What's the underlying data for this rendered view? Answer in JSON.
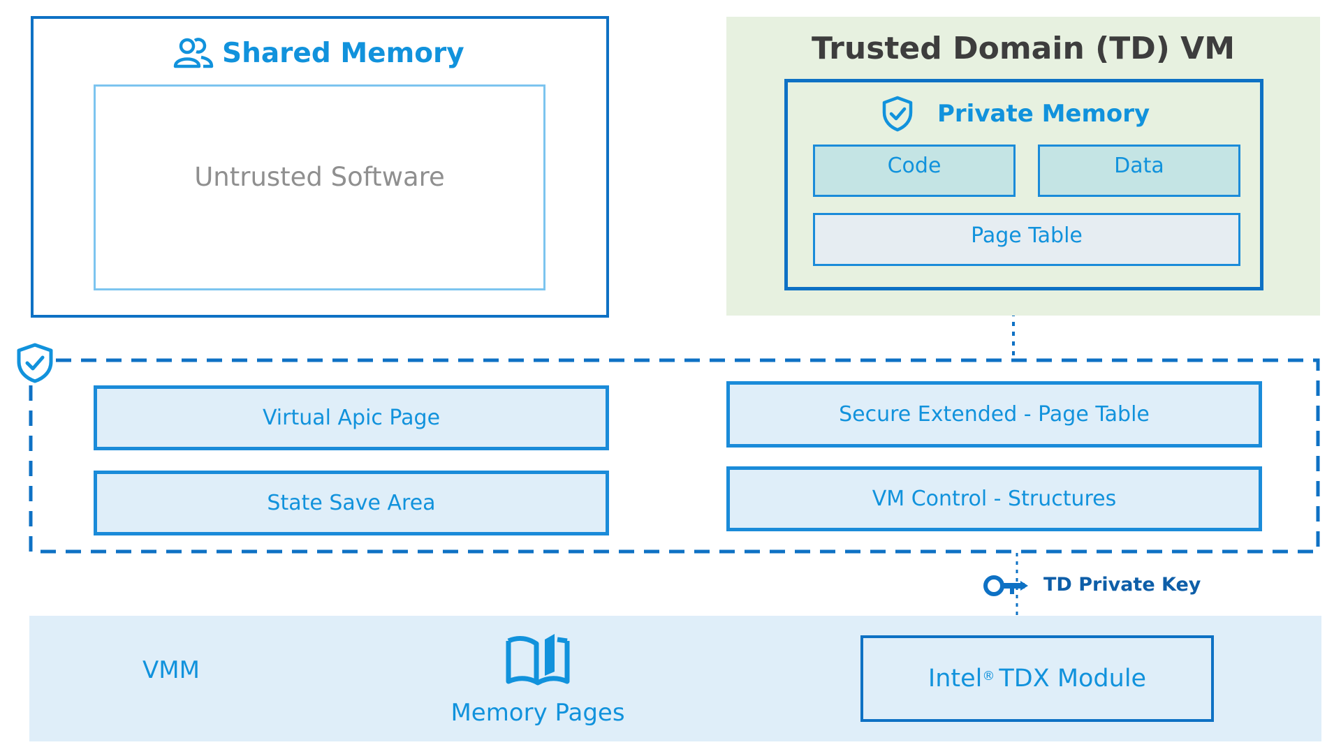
{
  "shared_memory": {
    "title": "Shared Memory",
    "icon": "users-icon",
    "inner_label": "Untrusted Software"
  },
  "trusted_domain": {
    "title": "Trusted Domain (TD) VM",
    "private_memory": {
      "title": "Private Memory",
      "icon": "shield-check-icon",
      "cells": [
        "Code",
        "Data",
        "Page Table"
      ]
    }
  },
  "secure_region": {
    "icon": "shield-check-icon",
    "left_boxes": [
      "Virtual Apic Page",
      "State Save Area"
    ],
    "right_boxes": [
      "Secure Extended - Page Table",
      "VM Control - Structures"
    ]
  },
  "key": {
    "label": "TD Private Key",
    "icon": "key-icon"
  },
  "bottom": {
    "vmm_label": "VMM",
    "memory_pages_label": "Memory Pages",
    "memory_pages_icon": "open-book-icon",
    "tdx_module_name": "Intel",
    "tdx_module_mark": "®",
    "tdx_module_suffix": "TDX Module"
  },
  "colors": {
    "primary_blue": "#0e71c4",
    "accent_blue": "#1192dc",
    "light_blue_fill": "#dfeef9",
    "td_green_bg": "#e7f1e0",
    "cell_teal": "#c4e4e4",
    "cell_grey": "#e6edf2"
  }
}
